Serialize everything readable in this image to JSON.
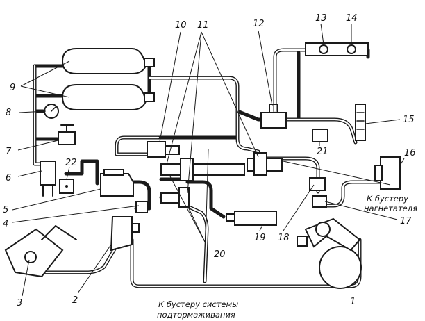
{
  "labels": {
    "n1": "1",
    "n2": "2",
    "n3": "3",
    "n4": "4",
    "n5": "5",
    "n6": "6",
    "n7": "7",
    "n8": "8",
    "n9": "9",
    "n10": "10",
    "n11": "11",
    "n12": "12",
    "n13": "13",
    "n14": "14",
    "n15": "15",
    "n16": "16",
    "n17": "17",
    "n18": "18",
    "n19": "19",
    "n20": "20",
    "n21": "21",
    "n22": "22"
  },
  "captions": {
    "supercharger_line1": "К бустеру",
    "supercharger_line2": "нагнетателя",
    "braking_line1": "К бустеру  системы",
    "braking_line2": "подтормаживания"
  }
}
